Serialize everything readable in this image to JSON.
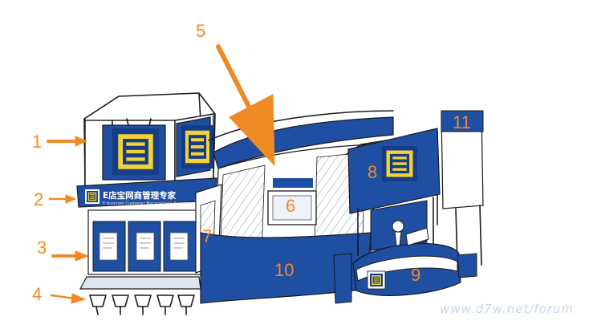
{
  "callouts": [
    "1",
    "2",
    "3",
    "4",
    "5",
    "6",
    "7",
    "8",
    "9",
    "10",
    "11"
  ],
  "banner": {
    "title": "E店宝网商管理专家",
    "subtitle": "E-business Customer Management Expert"
  },
  "watermark": "www.d7w.net/forum",
  "colors": {
    "brand_blue": "#1f4fa3",
    "dark_blue": "#173d86",
    "logo_yellow": "#f2d23a",
    "callout_orange": "#f08a25",
    "white": "#ffffff"
  },
  "icons": [
    "e-logo-icon",
    "arrow-icon"
  ]
}
